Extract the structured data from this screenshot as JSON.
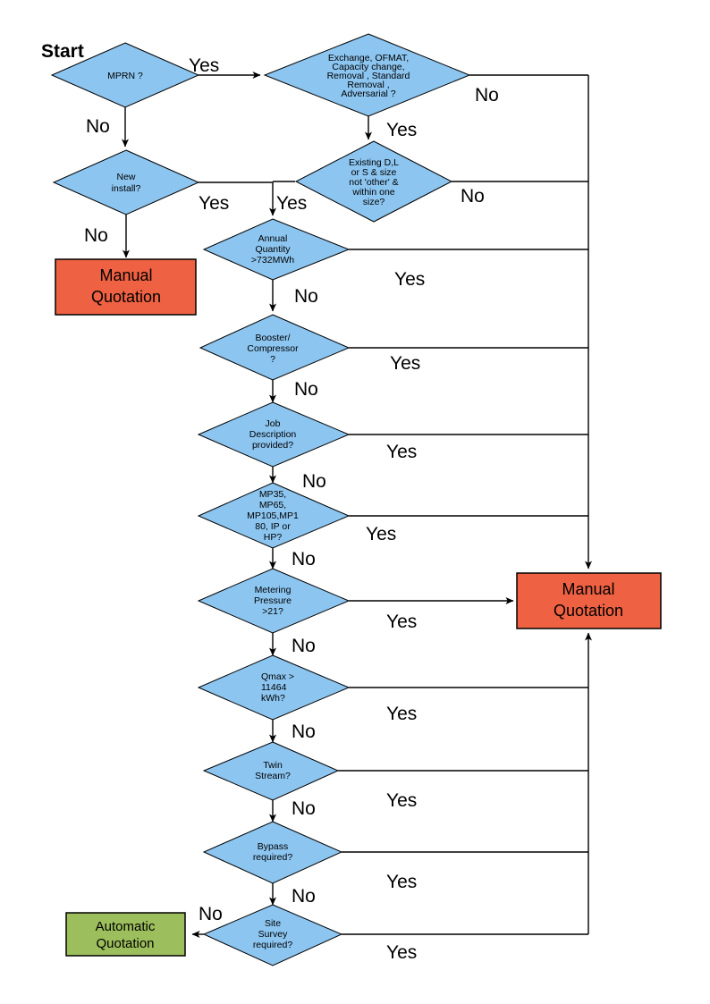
{
  "diagram": {
    "title_label": "Start",
    "colors": {
      "decision_fill": "#8CC5F0",
      "manual_fill": "#EE6142",
      "automatic_fill": "#9CBE5C",
      "stroke": "#000000",
      "background": "#FFFFFF"
    },
    "nodes": [
      {
        "id": "mprn",
        "type": "decision",
        "lines": [
          "MPRN ?"
        ]
      },
      {
        "id": "exchange",
        "type": "decision",
        "lines": [
          "Exchange, OFMAT,",
          "Capacity change,",
          "Removal , Standard",
          "Removal ,",
          "Adversarial ?"
        ]
      },
      {
        "id": "newinstall",
        "type": "decision",
        "lines": [
          "New",
          "install?"
        ]
      },
      {
        "id": "existing",
        "type": "decision",
        "lines": [
          "Existing D,L",
          "or S & size",
          "not 'other' &",
          "within one",
          "size?"
        ]
      },
      {
        "id": "annual",
        "type": "decision",
        "lines": [
          "Annual",
          "Quantity",
          ">732MWh"
        ]
      },
      {
        "id": "booster",
        "type": "decision",
        "lines": [
          "Booster/",
          "Compressor",
          "?"
        ]
      },
      {
        "id": "jobdesc",
        "type": "decision",
        "lines": [
          "Job",
          "Description",
          "provided?"
        ]
      },
      {
        "id": "mpcodes",
        "type": "decision",
        "lines": [
          "MP35,",
          "MP65,",
          "MP105,MP1",
          "80, IP or",
          "HP?"
        ]
      },
      {
        "id": "metering",
        "type": "decision",
        "lines": [
          "Metering",
          "Pressure",
          ">21?"
        ]
      },
      {
        "id": "qmax",
        "type": "decision",
        "lines": [
          "Qmax >",
          "11464",
          "kWh?"
        ]
      },
      {
        "id": "twin",
        "type": "decision",
        "lines": [
          "Twin",
          "Stream?"
        ]
      },
      {
        "id": "bypass",
        "type": "decision",
        "lines": [
          "Bypass",
          "required?"
        ]
      },
      {
        "id": "sitesurvey",
        "type": "decision",
        "lines": [
          "Site",
          "Survey",
          "required?"
        ]
      },
      {
        "id": "manual_left",
        "type": "terminal-manual",
        "lines": [
          "Manual",
          "Quotation"
        ]
      },
      {
        "id": "manual_right",
        "type": "terminal-manual",
        "lines": [
          "Manual",
          "Quotation"
        ]
      },
      {
        "id": "automatic",
        "type": "terminal-automatic",
        "lines": [
          "Automatic",
          "Quotation"
        ]
      }
    ],
    "edge_labels": {
      "mprn_yes": "Yes",
      "mprn_no": "No",
      "exchange_no": "No",
      "exchange_yes": "Yes",
      "newinstall_yes": "Yes",
      "newinstall_no": "No",
      "existing_yes": "Yes",
      "existing_no": "No",
      "annual_yes": "Yes",
      "annual_no": "No",
      "booster_yes": "Yes",
      "booster_no": "No",
      "jobdesc_yes": "Yes",
      "jobdesc_no": "No",
      "mpcodes_yes": "Yes",
      "mpcodes_no": "No",
      "metering_yes": "Yes",
      "metering_no": "No",
      "qmax_yes": "Yes",
      "qmax_no": "No",
      "twin_yes": "Yes",
      "twin_no": "No",
      "bypass_yes": "Yes",
      "bypass_no": "No",
      "sitesurvey_yes": "Yes",
      "sitesurvey_no": "No"
    }
  }
}
